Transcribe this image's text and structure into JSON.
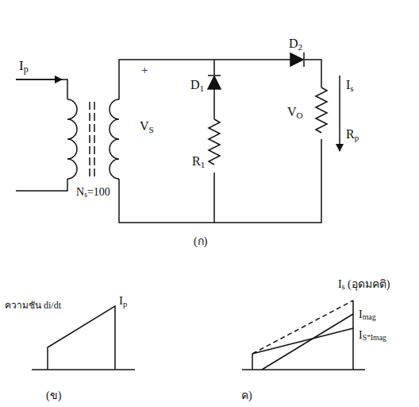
{
  "diagram": {
    "labels": [
      "Ip",
      "Ns=100",
      "VS",
      "+",
      "D2",
      "D1",
      "Is",
      "VO",
      "R1",
      "Rp",
      "(ก)",
      "ความชัน di/dt",
      "Ip",
      "(ข)",
      "Is (อุดมคติ)",
      "Imag",
      "IS-Imag",
      "ค)"
    ]
  }
}
